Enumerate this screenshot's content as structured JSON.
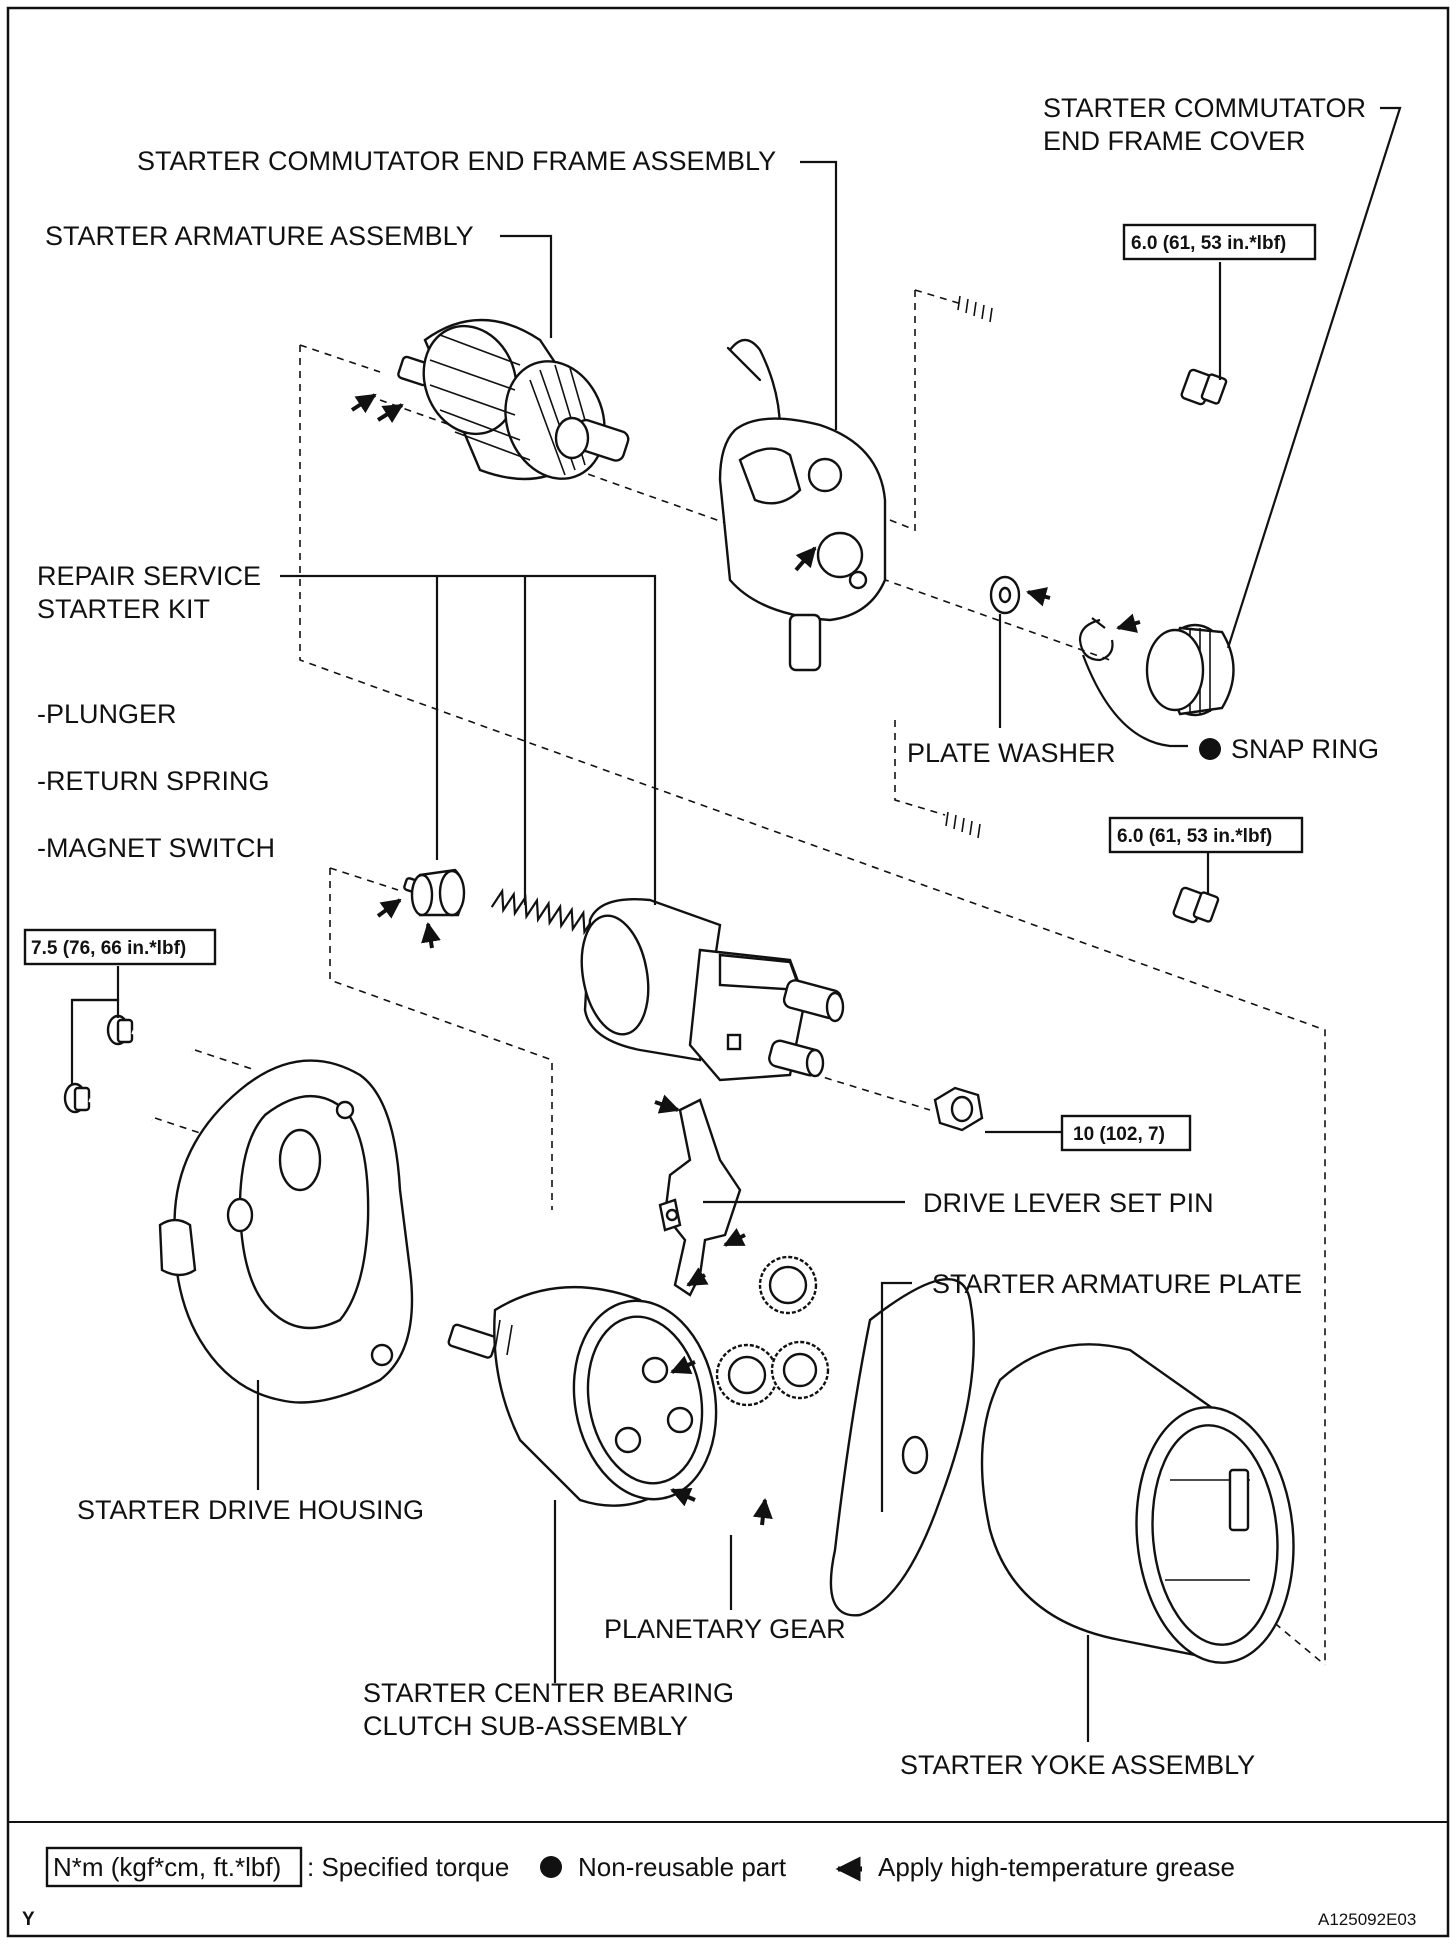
{
  "labels": {
    "commutator_end_frame_cover_line1": "STARTER COMMUTATOR",
    "commutator_end_frame_cover_line2": "END FRAME COVER",
    "commutator_end_frame_assembly": "STARTER COMMUTATOR END FRAME ASSEMBLY",
    "armature_assembly": "STARTER ARMATURE ASSEMBLY",
    "repair_kit_line1": "REPAIR SERVICE",
    "repair_kit_line2": "STARTER KIT",
    "kit_plunger": "-PLUNGER",
    "kit_return_spring": "-RETURN SPRING",
    "kit_magnet_switch": "-MAGNET SWITCH",
    "plate_washer": "PLATE WASHER",
    "snap_ring": "SNAP RING",
    "drive_lever_set_pin": "DRIVE LEVER SET PIN",
    "armature_plate": "STARTER ARMATURE PLATE",
    "drive_housing": "STARTER DRIVE HOUSING",
    "planetary_gear": "PLANETARY GEAR",
    "center_bearing_line1": "STARTER CENTER BEARING",
    "center_bearing_line2": "CLUTCH SUB-ASSEMBLY",
    "yoke_assembly": "STARTER YOKE ASSEMBLY"
  },
  "torques": {
    "through_bolt_upper": "6.0 (61, 53 in.*lbf)",
    "through_bolt_lower": "6.0 (61, 53 in.*lbf)",
    "housing_bolts": "7.5 (76, 66 in.*lbf)",
    "terminal_nut": "10 (102, 7)"
  },
  "legend": {
    "torque_unit": "N*m (kgf*cm, ft.*lbf)",
    "torque_text": ": Specified torque",
    "nonreusable_text": "Non-reusable part",
    "grease_text": "Apply high-temperature grease"
  },
  "footer": {
    "left_mark": "Y",
    "figure_id": "A125092E03"
  }
}
